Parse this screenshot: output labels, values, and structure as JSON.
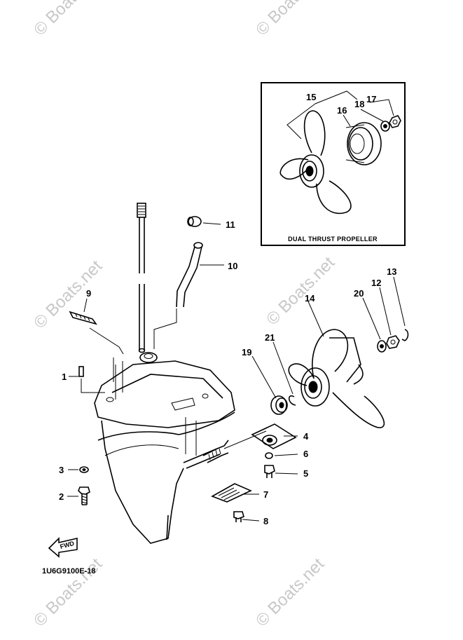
{
  "watermarks": [
    "© Boats.net",
    "© Boats.net",
    "© Boats.net",
    "© Boats.net",
    "© Boats.net",
    "© Boats.net"
  ],
  "inset": {
    "caption": "DUAL THRUST PROPELLER",
    "callouts": {
      "p15": "15",
      "p16": "16",
      "p17": "17",
      "p18": "18"
    }
  },
  "callouts": {
    "p1": "1",
    "p2": "2",
    "p3": "3",
    "p4": "4",
    "p5": "5",
    "p6": "6",
    "p7": "7",
    "p8": "8",
    "p9": "9",
    "p10": "10",
    "p11": "11",
    "p12": "12",
    "p13": "13",
    "p14": "14",
    "p19": "19",
    "p20": "20",
    "p21": "21"
  },
  "fwd_label": "FWD",
  "diagram_code": "1U6G9100E-18"
}
